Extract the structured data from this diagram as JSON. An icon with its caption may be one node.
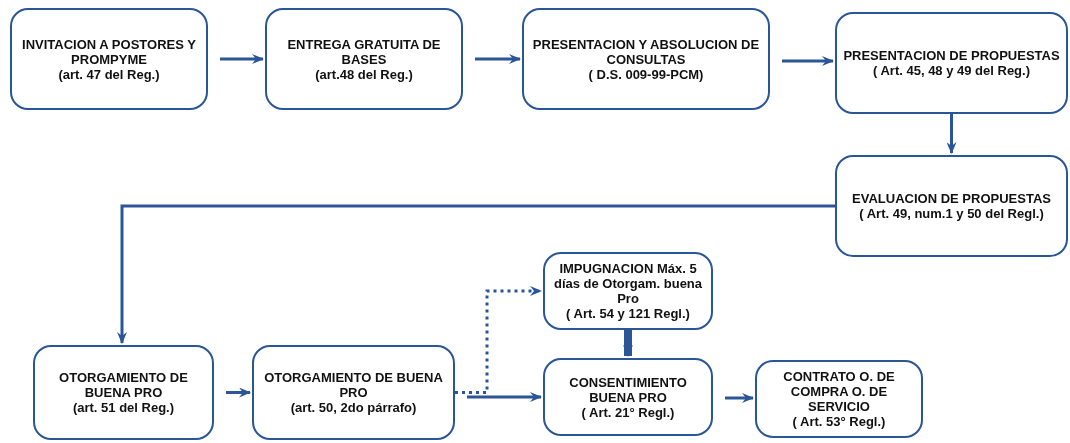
{
  "diagram": {
    "nodes": [
      {
        "text": [
          "INVITACION A POSTORES Y PROMPYME",
          "(art. 47 del Reg.)"
        ]
      },
      {
        "text": [
          "ENTREGA GRATUITA DE BASES",
          "(art.48 del Reg.)"
        ]
      },
      {
        "text": [
          "PRESENTACION Y ABSOLUCION DE CONSULTAS",
          "( D.S. 009-99-PCM)"
        ]
      },
      {
        "text": [
          "PRESENTACION DE PROPUESTAS",
          "( Art. 45, 48 y 49 del Reg.)"
        ]
      },
      {
        "text": [
          "EVALUACION DE PROPUESTAS",
          "( Art. 49, num.1 y 50 del Regl.)"
        ]
      },
      {
        "text": [
          "OTORGAMIENTO DE BUENA PRO",
          "(art. 51 del Reg.)"
        ]
      },
      {
        "text": [
          "OTORGAMIENTO DE BUENA PRO",
          "(art. 50, 2do párrafo)"
        ]
      },
      {
        "text": [
          "IMPUGNACION Máx. 5 días de Otorgam. buena Pro",
          "( Art. 54 y 121 Regl.)"
        ]
      },
      {
        "text": [
          "CONSENTIMIENTO BUENA PRO",
          "( Art. 21° Regl.)"
        ]
      },
      {
        "text": [
          "CONTRATO O. DE COMPRA O. DE SERVICIO",
          "( Art. 53° Regl.)"
        ]
      }
    ],
    "edges": [
      {
        "from": 0,
        "to": 1,
        "arrow": "to"
      },
      {
        "from": 1,
        "to": 2,
        "arrow": "to"
      },
      {
        "from": 2,
        "to": 3,
        "arrow": "to"
      },
      {
        "from": 3,
        "to": 4,
        "arrow": "to"
      },
      {
        "from": 4,
        "to": 5,
        "arrow": "to"
      },
      {
        "from": 5,
        "to": 6,
        "arrow": "to"
      },
      {
        "from": 6,
        "to": 8,
        "arrow": "to"
      },
      {
        "from": 6,
        "to": 7,
        "arrow": "to",
        "style": "dashed"
      },
      {
        "from": 7,
        "to": 8,
        "arrow": "to",
        "style": "thick"
      },
      {
        "from": 8,
        "to": 9,
        "arrow": "to"
      }
    ]
  }
}
